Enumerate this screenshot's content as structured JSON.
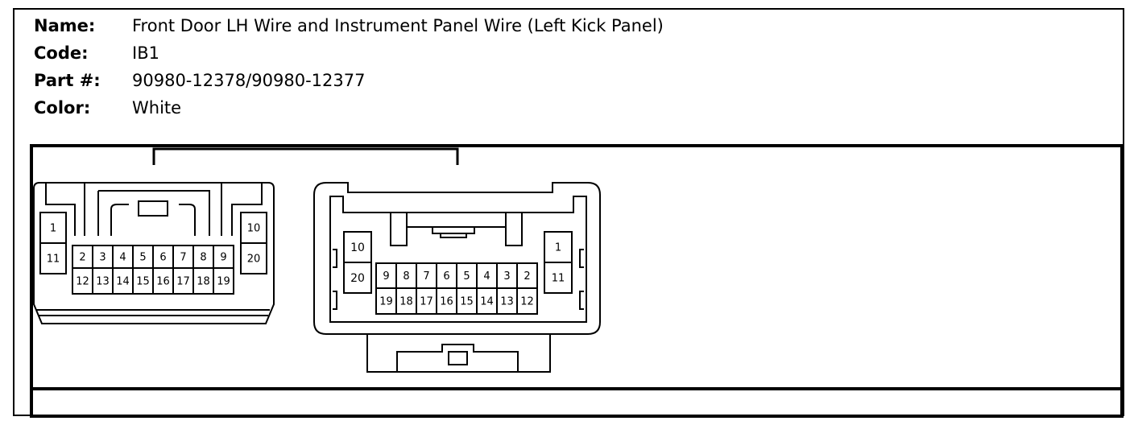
{
  "info": {
    "name_label": "Name:",
    "name_value": "Front Door LH Wire and Instrument Panel Wire (Left Kick Panel)",
    "code_label": "Code:",
    "code_value": "IB1",
    "part_label": "Part #:",
    "part_value": "90980-12378/90980-12377",
    "color_label": "Color:",
    "color_value": "White"
  },
  "left_connector": {
    "top_left": [
      "1"
    ],
    "bottom_left": [
      "11"
    ],
    "top_row": [
      "2",
      "3",
      "4",
      "5",
      "6",
      "7",
      "8",
      "9"
    ],
    "bottom_row": [
      "12",
      "13",
      "14",
      "15",
      "16",
      "17",
      "18",
      "19"
    ],
    "top_right": [
      "10"
    ],
    "bottom_right": [
      "20"
    ]
  },
  "right_connector": {
    "top_left": [
      "10"
    ],
    "bottom_left": [
      "20"
    ],
    "top_row": [
      "9",
      "8",
      "7",
      "6",
      "5",
      "4",
      "3",
      "2"
    ],
    "bottom_row": [
      "19",
      "18",
      "17",
      "16",
      "15",
      "14",
      "13",
      "12"
    ],
    "top_right": [
      "1"
    ],
    "bottom_right": [
      "11"
    ]
  }
}
